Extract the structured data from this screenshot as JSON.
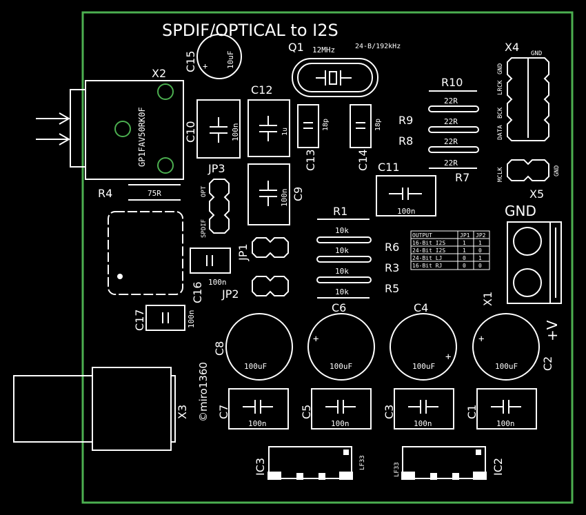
{
  "title": "SPDIF/OPTICAL to I2S",
  "crystal": {
    "ref": "Q1",
    "freq": "12MHz",
    "spec": "24-B/192kHz"
  },
  "receiver": {
    "ref": "X2",
    "part": "GP1FAV50RK0F",
    "resistor_ref": "R4",
    "resistor_val": "75R"
  },
  "x3": "X3",
  "credit": "©miro1360",
  "caps": {
    "c15": {
      "ref": "C15",
      "val": "10uF"
    },
    "c10": {
      "ref": "C10",
      "val": "100n"
    },
    "c12": {
      "ref": "C12",
      "val": "1u"
    },
    "c9": {
      "ref": "C9",
      "val": "100n"
    },
    "c13": {
      "ref": "C13",
      "val": "18p"
    },
    "c14": {
      "ref": "C14",
      "val": "18p"
    },
    "c11": {
      "ref": "C11",
      "val": "100n"
    },
    "c16": {
      "ref": "C16",
      "val": "100n"
    },
    "c17": {
      "ref": "C17",
      "val": "100n"
    },
    "c8": {
      "ref": "C8",
      "val": "100uF"
    },
    "c6": {
      "ref": "C6",
      "val": "100uF"
    },
    "c4": {
      "ref": "C4",
      "val": "100uF"
    },
    "c2": {
      "ref": "C2",
      "val": "100uF"
    },
    "c7": {
      "ref": "C7",
      "val": "100n"
    },
    "c5": {
      "ref": "C5",
      "val": "100n"
    },
    "c3": {
      "ref": "C3",
      "val": "100n"
    },
    "c1": {
      "ref": "C1",
      "val": "100n"
    }
  },
  "resistors": {
    "r10": "R10",
    "r9": "R9",
    "r8": "R8",
    "r7": "R7",
    "val22": "22R",
    "r1": "R1",
    "r6": "R6",
    "r3": "R3",
    "r5": "R5",
    "val10k": "10k"
  },
  "jumpers": {
    "jp3": "JP3",
    "jp1": "JP1",
    "jp2": "JP2",
    "opt": "OPT",
    "spdif": "SPDIF"
  },
  "x4": {
    "ref": "X4",
    "gnd": "GND",
    "lrck": "LRCK",
    "data": "DATA",
    "bck": "BCK",
    "mclk": "MCLK"
  },
  "x5": {
    "ref": "X5",
    "gnd": "GND"
  },
  "x1": {
    "ref": "X1",
    "vplus": "+V"
  },
  "ics": {
    "ic3": "IC3",
    "ic2": "IC2",
    "reg": "LF33"
  },
  "table": {
    "headers": [
      "OUTPUT",
      "JP1",
      "JP2"
    ],
    "rows": [
      [
        "16-Bit I2S",
        "1",
        "1"
      ],
      [
        "24-Bit I2S",
        "1",
        "0"
      ],
      [
        "24-Bit LJ",
        "0",
        "1"
      ],
      [
        "16-Bit RJ",
        "0",
        "0"
      ]
    ]
  }
}
